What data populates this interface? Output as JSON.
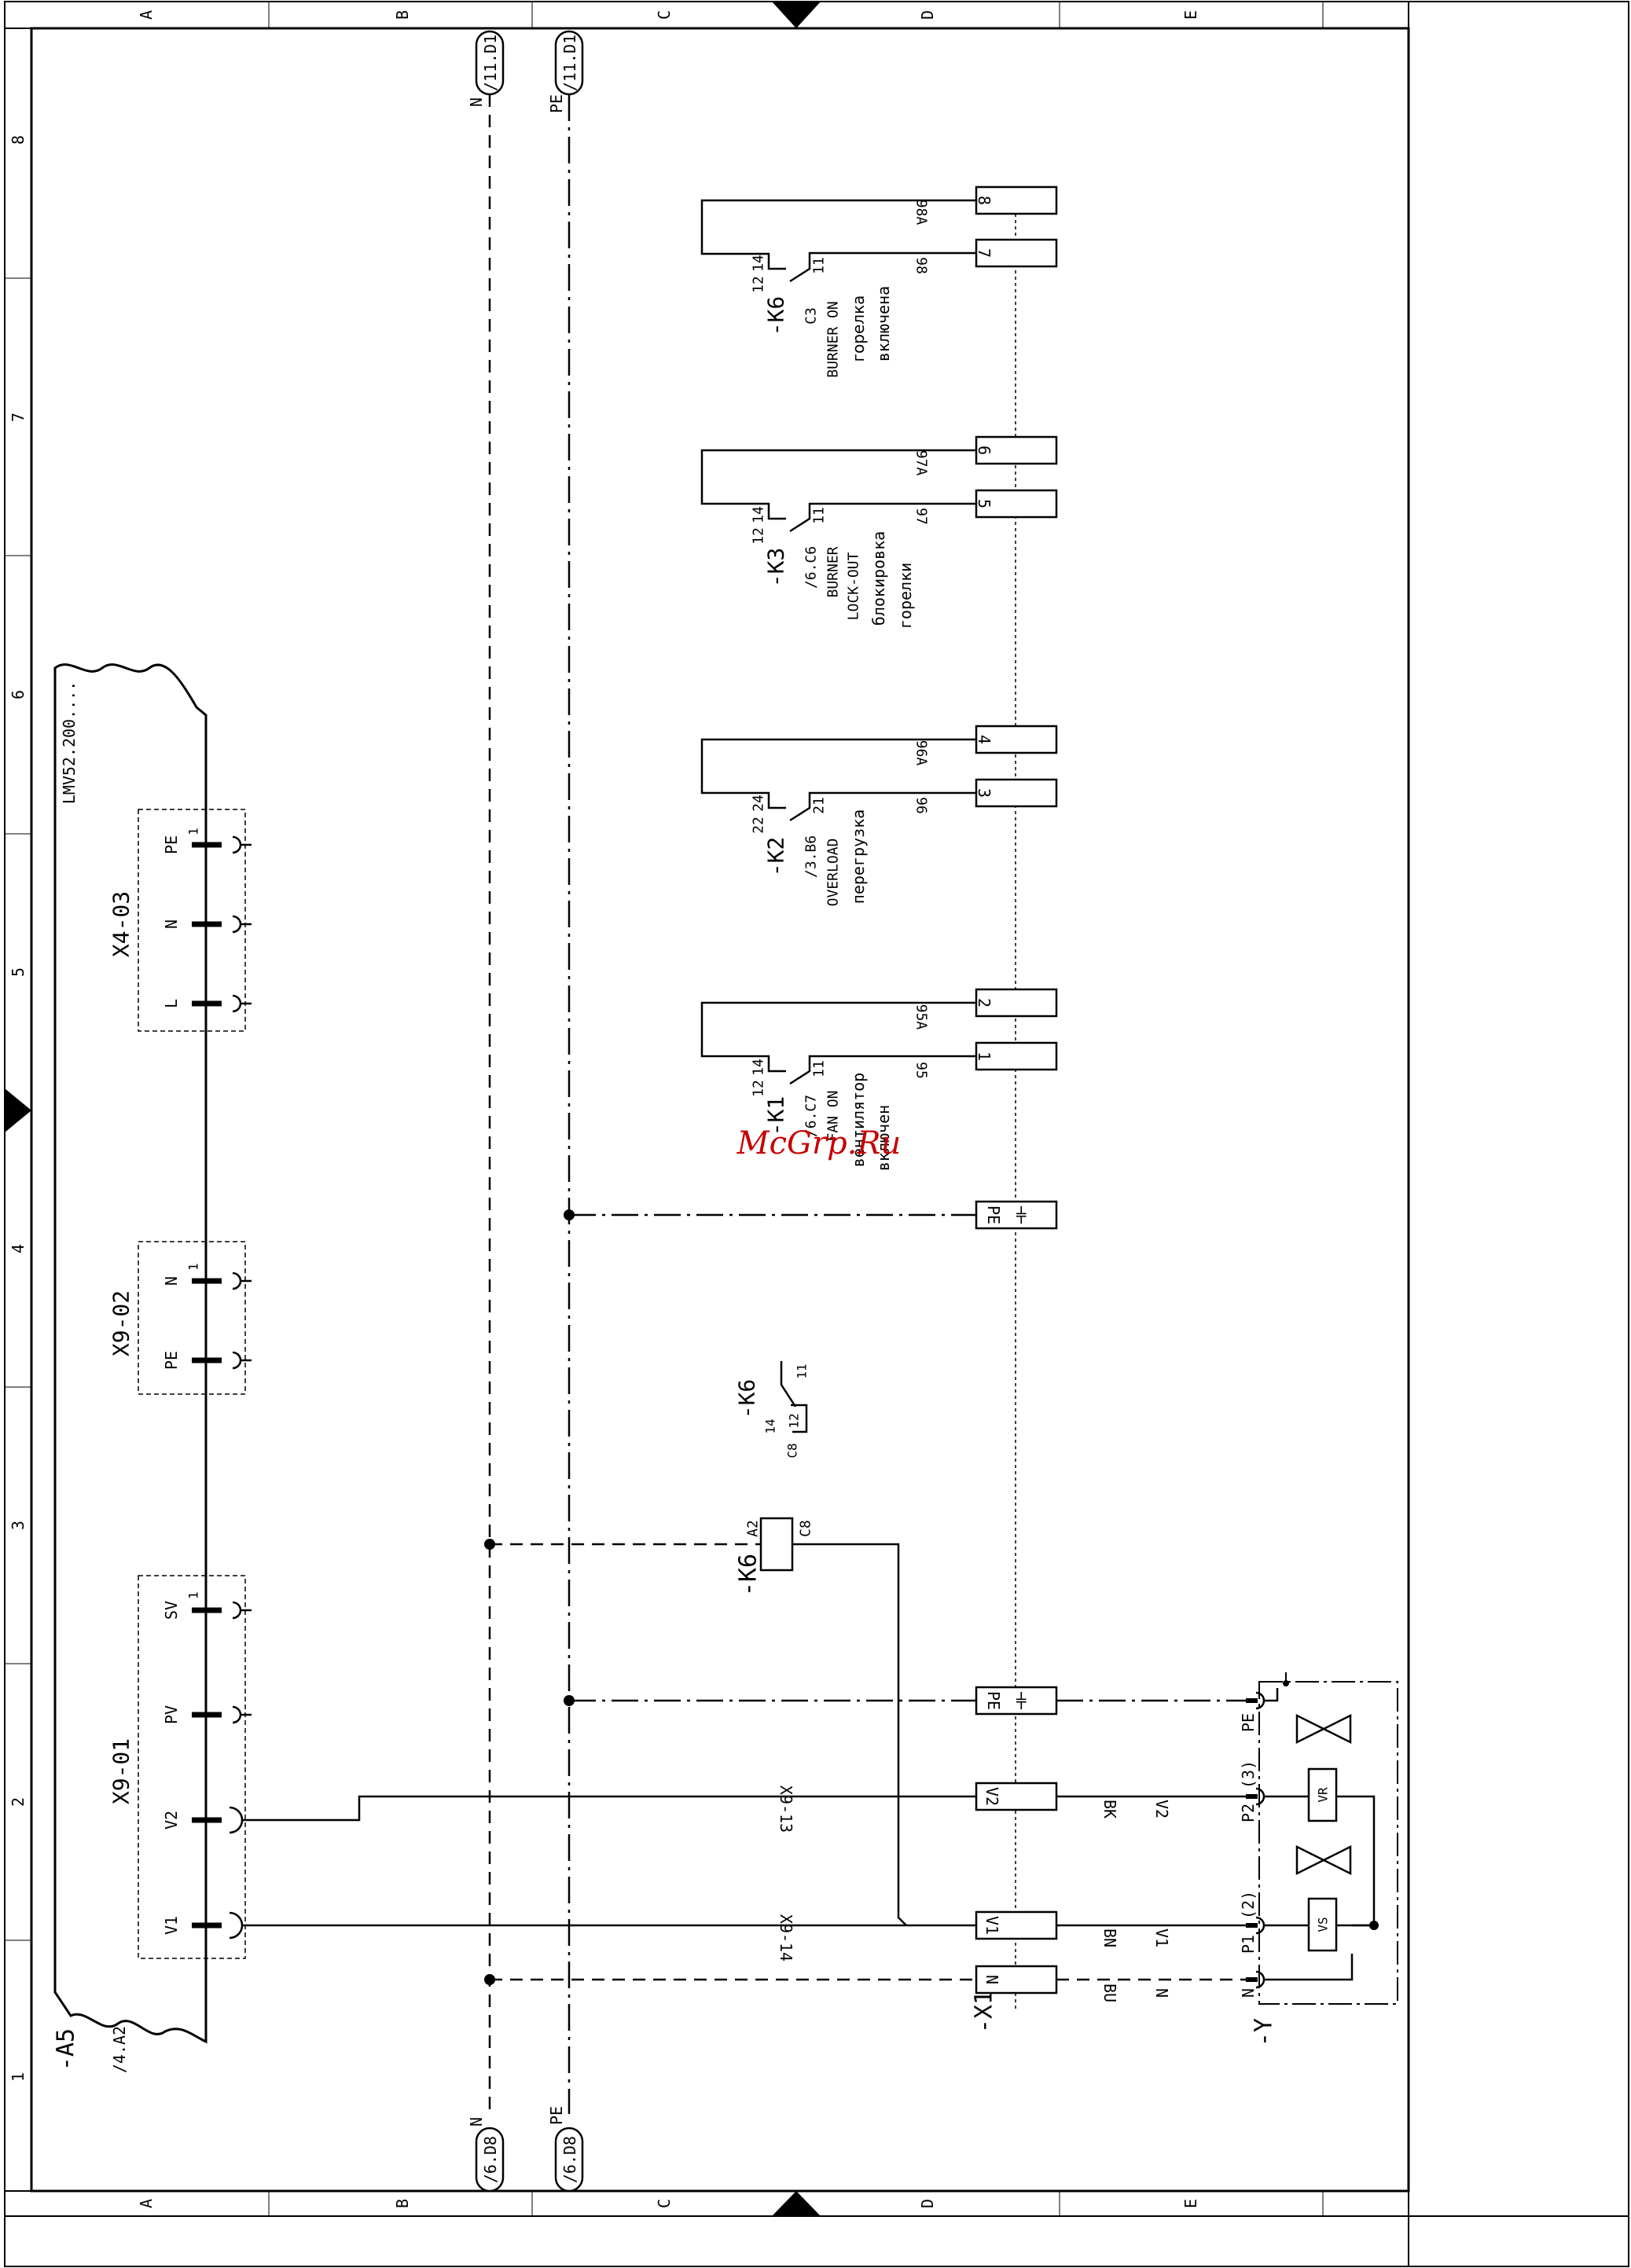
{
  "frame": {
    "columns": [
      "A",
      "B",
      "C",
      "D",
      "E"
    ],
    "rows": [
      "1",
      "2",
      "3",
      "4",
      "5",
      "6",
      "7",
      "8"
    ]
  },
  "rails": {
    "n_label": "N",
    "pe_label": "PE",
    "top_n_ref": "/11.D1",
    "top_pe_ref": "/11.D1",
    "bot_n_ref": "/6.D8",
    "bot_pe_ref": "/6.D8"
  },
  "controller": {
    "tag": "-A5",
    "ref": "/4.A2",
    "model": "LMV52.200....",
    "x4": {
      "name": "X4-03",
      "pins": [
        "PE",
        "N",
        "L"
      ],
      "first": "1"
    },
    "x902": {
      "name": "X9-02",
      "pins": [
        "N",
        "PE"
      ],
      "first": "1"
    },
    "x901": {
      "name": "X9-01",
      "pins": [
        "SV",
        "PV",
        "V2",
        "V1"
      ],
      "first": "1"
    }
  },
  "coil": {
    "tag": "-K6",
    "a2": "A2",
    "a1": "C8"
  },
  "k6_ref": {
    "tag": "-K6",
    "c14": "14",
    "c12": "12",
    "c11": "11",
    "loc": "C8"
  },
  "relays": [
    {
      "tag": "-K1",
      "ref": "/6.C7",
      "c1": "12",
      "c2": "14",
      "c3": "11",
      "desc1": "FAN ON",
      "desc2": "вентилятор",
      "desc3": "включен",
      "w1": "95A",
      "w2": "95",
      "t1": "2",
      "t2": "1"
    },
    {
      "tag": "-K2",
      "ref": "/3.B6",
      "c1": "22",
      "c2": "24",
      "c3": "21",
      "desc1": "OVERLOAD",
      "desc2": "перегрузка",
      "desc3": "",
      "w1": "96A",
      "w2": "96",
      "t1": "4",
      "t2": "3"
    },
    {
      "tag": "-K3",
      "ref": "/6.C6",
      "c1": "12",
      "c2": "14",
      "c3": "11",
      "desc1": "BURNER",
      "desc2": "LOCK-OUT",
      "desc3": "блокировка",
      "desc4": "горелки",
      "w1": "97A",
      "w2": "97",
      "t1": "6",
      "t2": "5"
    },
    {
      "tag": "-K6",
      "ref": "C3",
      "c1": "12",
      "c2": "14",
      "c3": "11",
      "desc1": "BURNER ON",
      "desc2": "горелка",
      "desc3": "включена",
      "w1": "98A",
      "w2": "98",
      "t1": "8",
      "t2": "7"
    }
  ],
  "terminal_strip": {
    "tag": "-X1",
    "pe": "PE",
    "v2": "V2",
    "v1": "V1",
    "n": "N",
    "ground": "⊣⊢"
  },
  "wires": {
    "x913": "X9-13",
    "x914": "X9-14",
    "v2": "V2",
    "bk": "BK",
    "v1": "V1",
    "bn": "BN",
    "n": "N",
    "bu": "BU"
  },
  "valve": {
    "tag": "-Y",
    "pe": "PE",
    "p2": "P2",
    "p2n": "(3)",
    "p1": "P1",
    "p1n": "(2)",
    "n": "N",
    "vr": "VR",
    "vs": "VS"
  },
  "watermark": "McGrp.Ru"
}
